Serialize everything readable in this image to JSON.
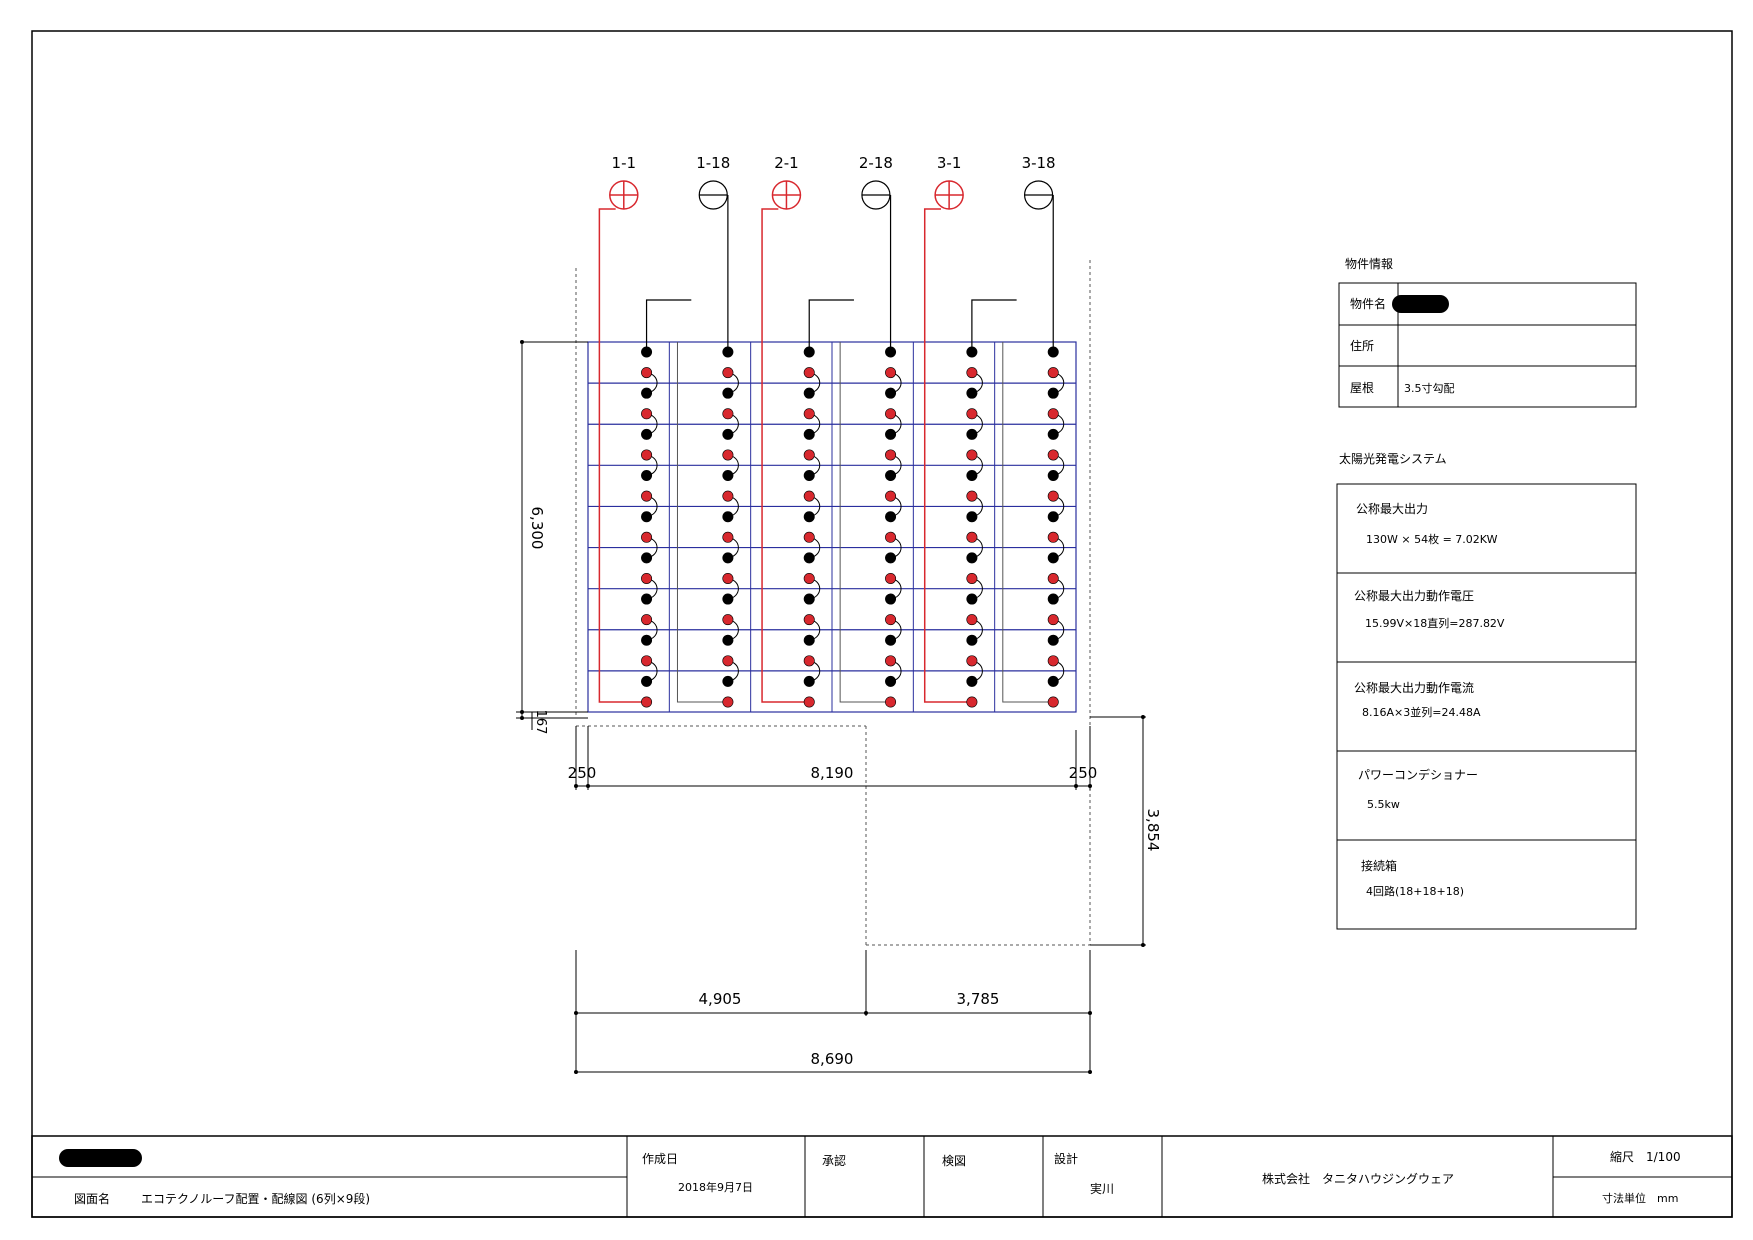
{
  "strings": [
    {
      "id": "1-1",
      "polarity": "positive"
    },
    {
      "id": "1-18",
      "polarity": "negative"
    },
    {
      "id": "2-1",
      "polarity": "positive"
    },
    {
      "id": "2-18",
      "polarity": "negative"
    },
    {
      "id": "3-1",
      "polarity": "positive"
    },
    {
      "id": "3-18",
      "polarity": "negative"
    }
  ],
  "array": {
    "columns": 6,
    "rows": 9,
    "modules_total": 54
  },
  "dimensions": {
    "height": "6,300",
    "bottom_gap": "167",
    "left_margin": "250",
    "width": "8,190",
    "right_margin": "250",
    "right_height": "3,854",
    "roof_left": "4,905",
    "roof_right": "3,785",
    "total_width": "8,690"
  },
  "property": {
    "heading": "物件情報",
    "rows": [
      {
        "label": "物件名",
        "value": ""
      },
      {
        "label": "住所",
        "value": ""
      },
      {
        "label": "屋根",
        "value": "3.5寸勾配"
      }
    ]
  },
  "system": {
    "heading": "太陽光発電システム",
    "rows": [
      {
        "label": "公称最大出力",
        "value": "130W × 54枚 = 7.02KW"
      },
      {
        "label": "公称最大出力動作電圧",
        "value": "15.99V×18直列=287.82V"
      },
      {
        "label": "公称最大出力動作電流",
        "value": "8.16A×3並列=24.48A"
      },
      {
        "label": "パワーコンデショナー",
        "value": "5.5kw"
      },
      {
        "label": "接続箱",
        "value": "4回路(18+18+18)"
      }
    ]
  },
  "title_block": {
    "drawing_label": "図面名",
    "drawing_name": "エコテクノルーフ配置・配線図 (6列×9段)",
    "created_label": "作成日",
    "created_date": "2018年9月7日",
    "approve_label": "承認",
    "check_label": "検図",
    "design_label": "設計",
    "designer": "実川",
    "company": "株式会社　タニタハウジングウェア",
    "scale": "縮尺　1/100",
    "unit": "寸法単位　mm"
  },
  "colors": {
    "positive": "#d8282e",
    "negative": "#000000",
    "grid": "#2a2f9e",
    "redaction": "#000000"
  }
}
